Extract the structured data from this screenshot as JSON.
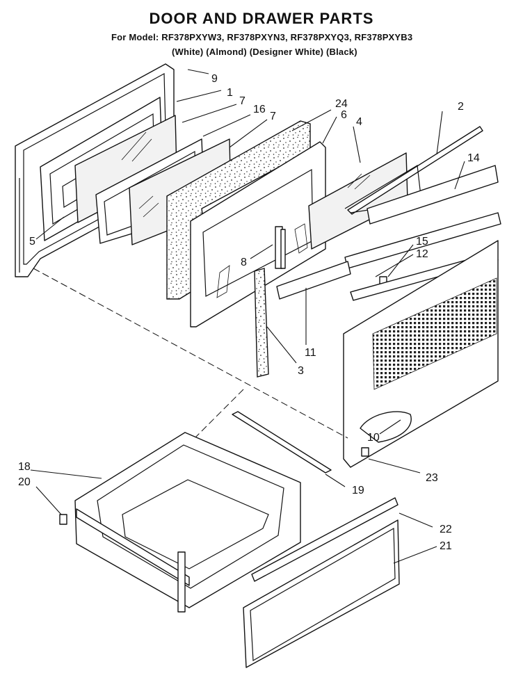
{
  "header": {
    "title": "DOOR AND DRAWER PARTS",
    "models": "For Model: RF378PXYW3, RF378PXYN3, RF378PXYQ3, RF378PXYB3",
    "colors": "(White) (Almond) (Designer White) (Black)"
  },
  "callouts": {
    "c1": "1",
    "c2": "2",
    "c3": "3",
    "c4": "4",
    "c5": "5",
    "c6": "6",
    "c7a": "7",
    "c7b": "7",
    "c8": "8",
    "c9": "9",
    "c10": "10",
    "c11": "11",
    "c12": "12",
    "c14": "14",
    "c15": "15",
    "c16": "16",
    "c18": "18",
    "c19": "19",
    "c20": "20",
    "c21": "21",
    "c22": "22",
    "c23": "23",
    "c24": "24"
  }
}
